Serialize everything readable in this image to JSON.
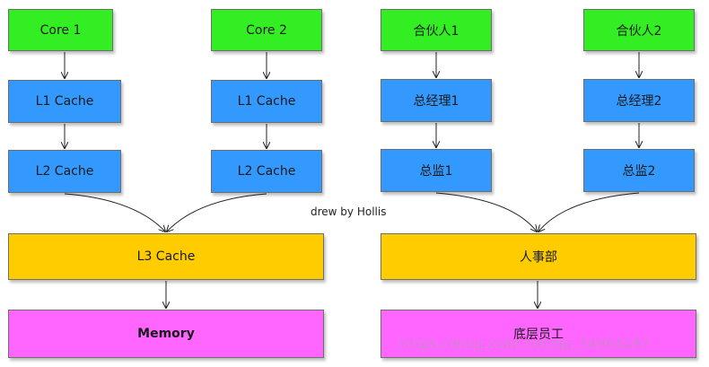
{
  "left": {
    "core1": "Core 1",
    "core2": "Core 2",
    "l1_a": "L1 Cache",
    "l1_b": "L1 Cache",
    "l2_a": "L2 Cache",
    "l2_b": "L2 Cache",
    "l3": "L3 Cache",
    "memory": "Memory"
  },
  "right": {
    "partner1": "合伙人1",
    "partner2": "合伙人2",
    "gm1": "总经理1",
    "gm2": "总经理2",
    "director1": "总监1",
    "director2": "总监2",
    "hr": "人事部",
    "staff": "底层员工"
  },
  "credit": "drew by Hollis",
  "watermark": "https://blog.csdn.net/qq_34964197",
  "colors": {
    "green": "#33ee22",
    "blue": "#3399ff",
    "yellow": "#ffcc00",
    "pink": "#ff66ff"
  }
}
